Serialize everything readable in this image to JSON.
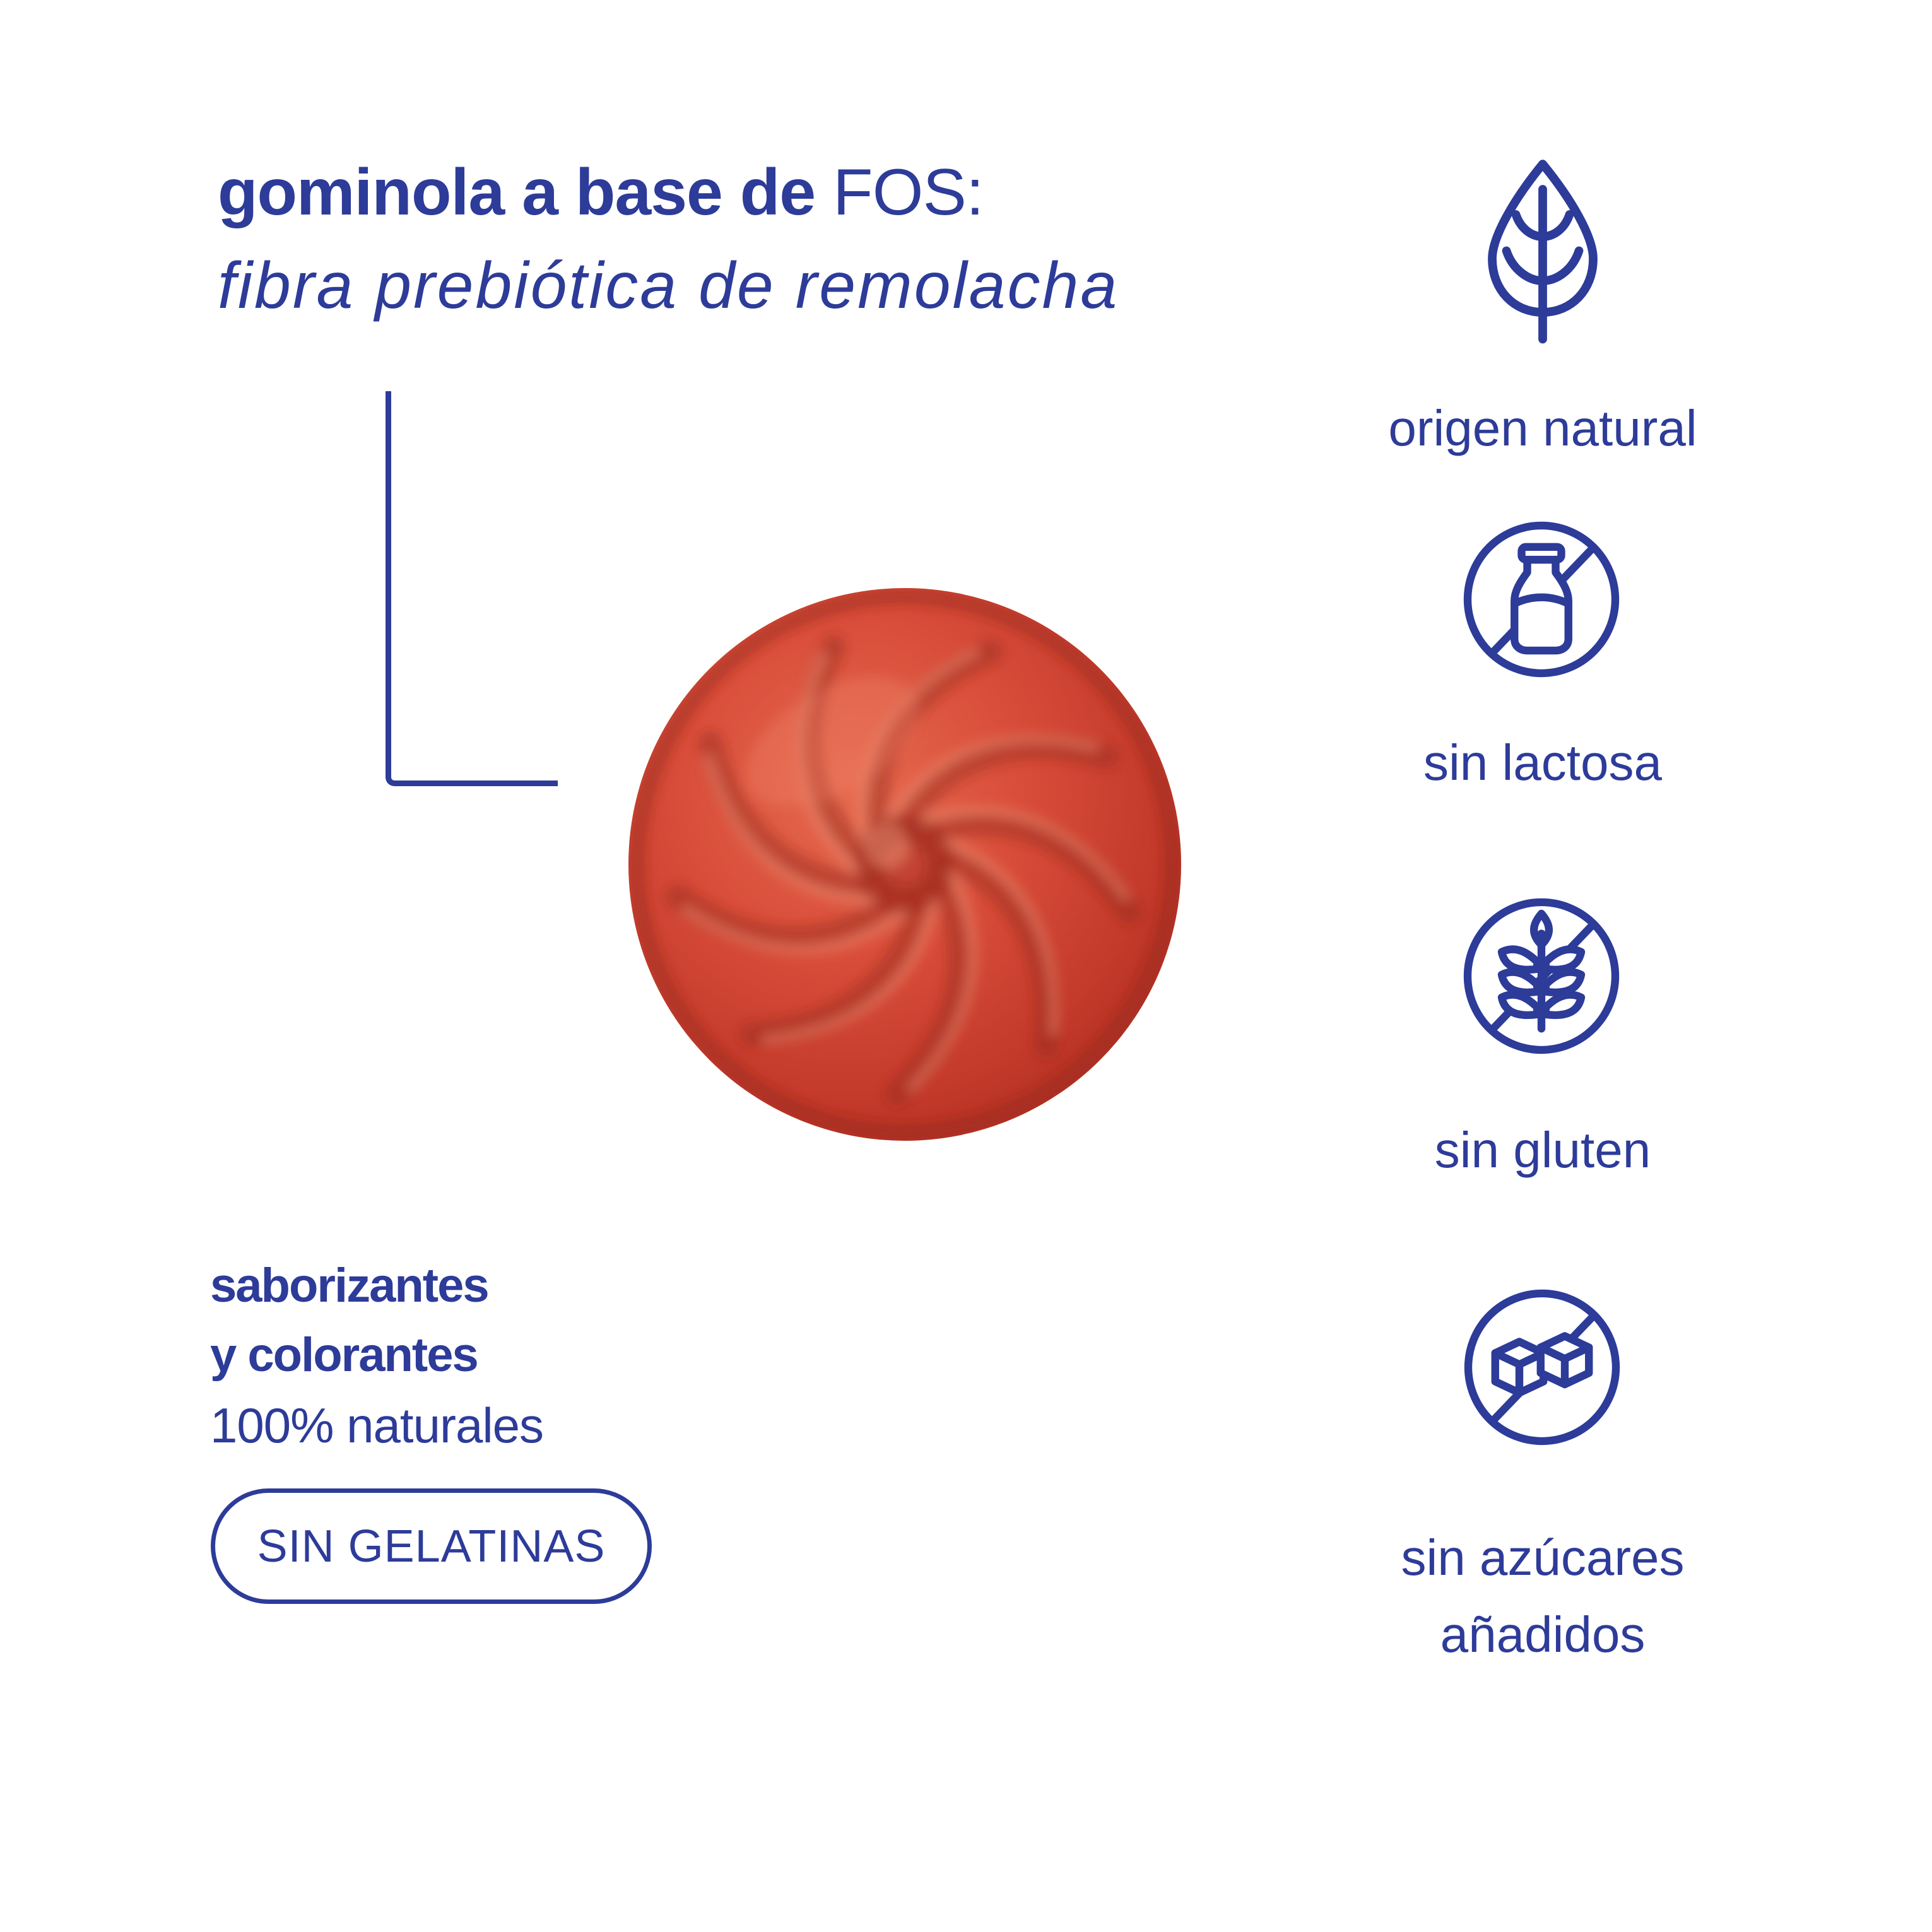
{
  "title": {
    "line1_bold": "gominola a base de ",
    "line1_regular": "FOS:",
    "line2_italic": "fibra prebiótica de remolacha"
  },
  "features": [
    {
      "icon": "leaf-icon",
      "label": "origen natural"
    },
    {
      "icon": "no-lactose-icon",
      "label": "sin lactosa"
    },
    {
      "icon": "no-gluten-icon",
      "label": "sin gluten"
    },
    {
      "icon": "no-added-sugar-icon",
      "label": "sin azúcares añadidos"
    }
  ],
  "claims": {
    "line1": "saborizantes",
    "line2": "y colorantes",
    "line3": "100% naturales",
    "badge": "SIN GELATINAS"
  },
  "image": {
    "subject": "red swirl gummy candy",
    "shape": "round swirled pinwheel gummy"
  },
  "colors": {
    "accent_blue": "#2d3b99",
    "background": "#ffffff",
    "gummy_light": "#e66a4f",
    "gummy_mid": "#d14534",
    "gummy_dark": "#a82a1e"
  }
}
